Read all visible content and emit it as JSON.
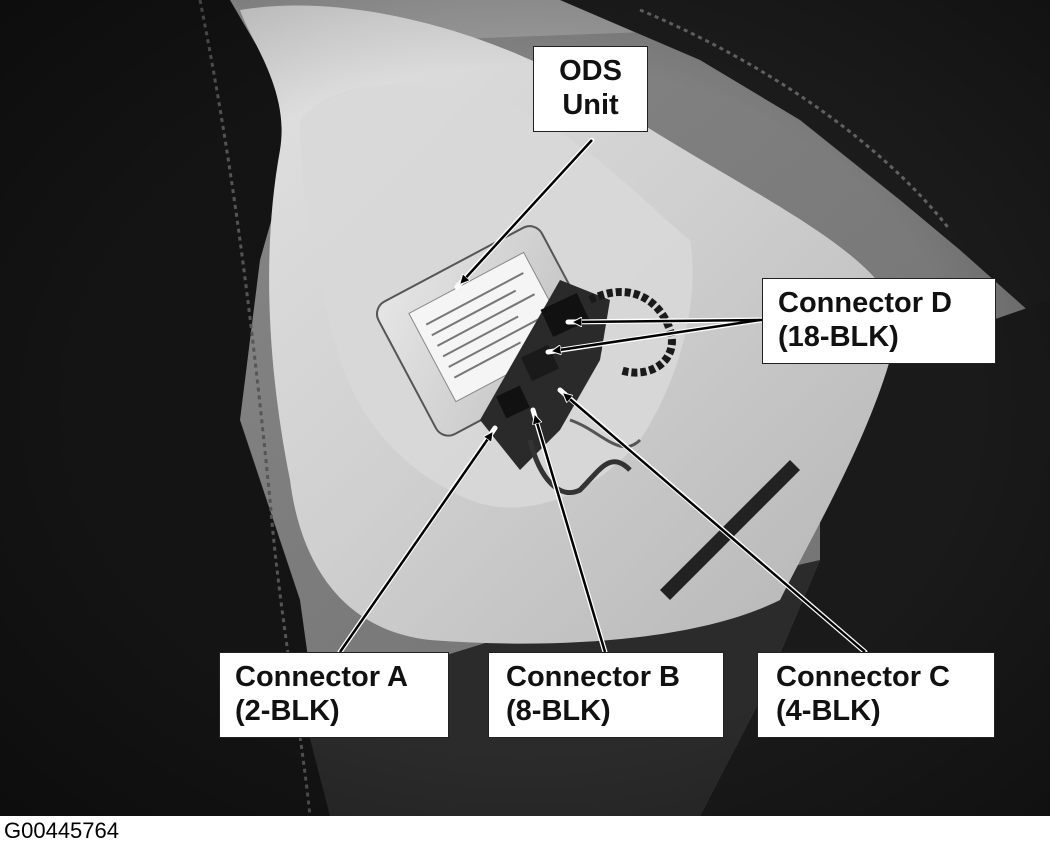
{
  "figure": {
    "figure_id": "G00445764",
    "callouts": {
      "ods_unit": {
        "line1": "ODS",
        "line2": "Unit"
      },
      "connector_d": {
        "line1": "Connector D",
        "line2": "(18-BLK)"
      },
      "connector_a": {
        "line1": "Connector A",
        "line2": "(2-BLK)"
      },
      "connector_b": {
        "line1": "Connector B",
        "line2": "(8-BLK)"
      },
      "connector_c": {
        "line1": "Connector C",
        "line2": "(4-BLK)"
      }
    }
  }
}
